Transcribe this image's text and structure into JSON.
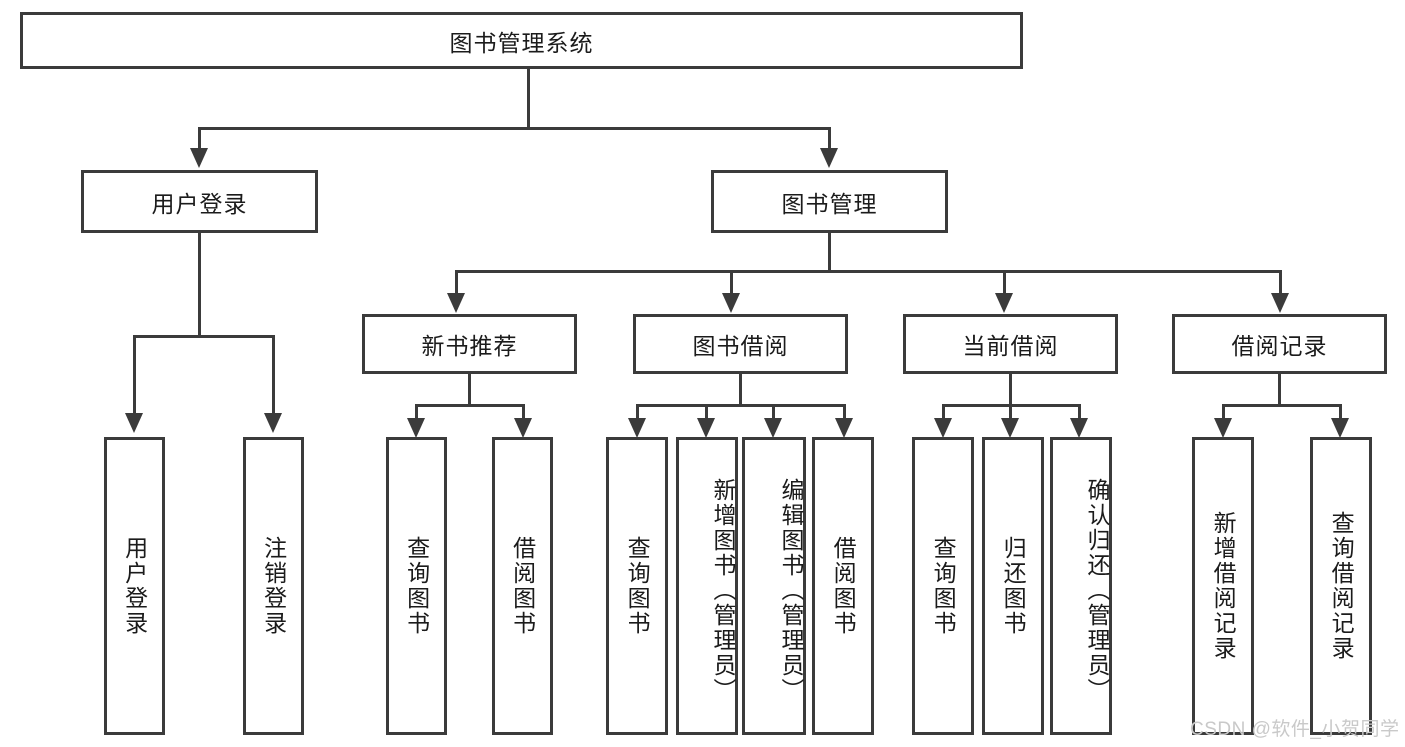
{
  "diagram": {
    "title": "图书管理系统",
    "root": {
      "label": "图书管理系统"
    },
    "level2": [
      {
        "label": "用户登录"
      },
      {
        "label": "图书管理"
      }
    ],
    "level3": [
      {
        "label": "新书推荐"
      },
      {
        "label": "图书借阅"
      },
      {
        "label": "当前借阅"
      },
      {
        "label": "借阅记录"
      }
    ],
    "leaves": {
      "user_login": [
        {
          "label": "用户登录"
        },
        {
          "label": "注销登录"
        }
      ],
      "new_book_recommend": [
        {
          "label": "查询图书"
        },
        {
          "label": "借阅图书"
        }
      ],
      "book_borrow": [
        {
          "label": "查询图书"
        },
        {
          "label": "新增图书（管理员）"
        },
        {
          "label": "编辑图书（管理员）"
        },
        {
          "label": "借阅图书"
        }
      ],
      "current_borrow": [
        {
          "label": "查询图书"
        },
        {
          "label": "归还图书"
        },
        {
          "label": "确认归还（管理员）"
        }
      ],
      "borrow_record": [
        {
          "label": "新增借阅记录"
        },
        {
          "label": "查询借阅记录"
        }
      ]
    }
  },
  "watermark": {
    "text": "CSDN @软件_小贺同学"
  },
  "colors": {
    "stroke": "#3b3b3b",
    "text": "#1b1b1b",
    "background": "#ffffff",
    "watermark": "#c9c9c9"
  }
}
